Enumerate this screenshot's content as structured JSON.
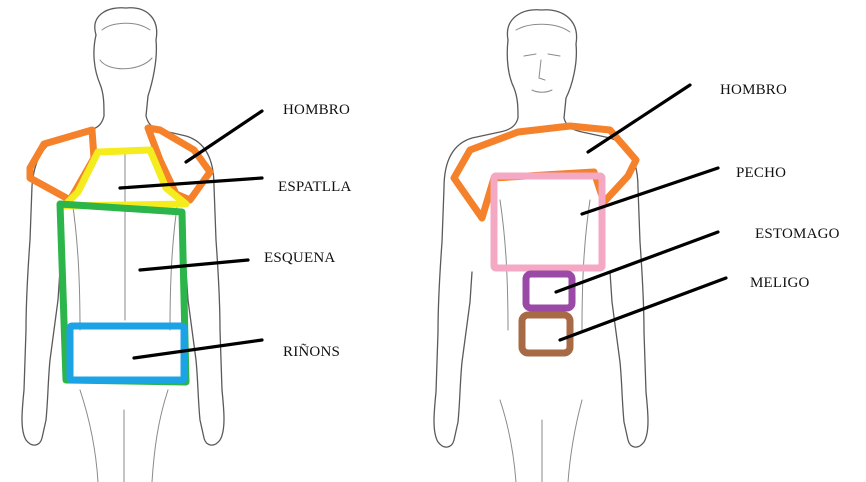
{
  "colors": {
    "shoulder": "#f5812a",
    "shoulder_blade": "#f5ec1e",
    "back": "#2bb54a",
    "kidneys": "#1ca3e6",
    "chest": "#f4a8c3",
    "stomach": "#9a4aa6",
    "navel": "#a86a45"
  },
  "back_view": {
    "labels": {
      "shoulder": "HOMBRO",
      "shoulder_blade": "ESPATLLA",
      "back": "ESQUENA",
      "kidneys": "RIÑONS"
    }
  },
  "front_view": {
    "labels": {
      "shoulder": "HOMBRO",
      "chest": "PECHO",
      "stomach": "ESTOMAGO",
      "navel": "MELIGO"
    }
  }
}
